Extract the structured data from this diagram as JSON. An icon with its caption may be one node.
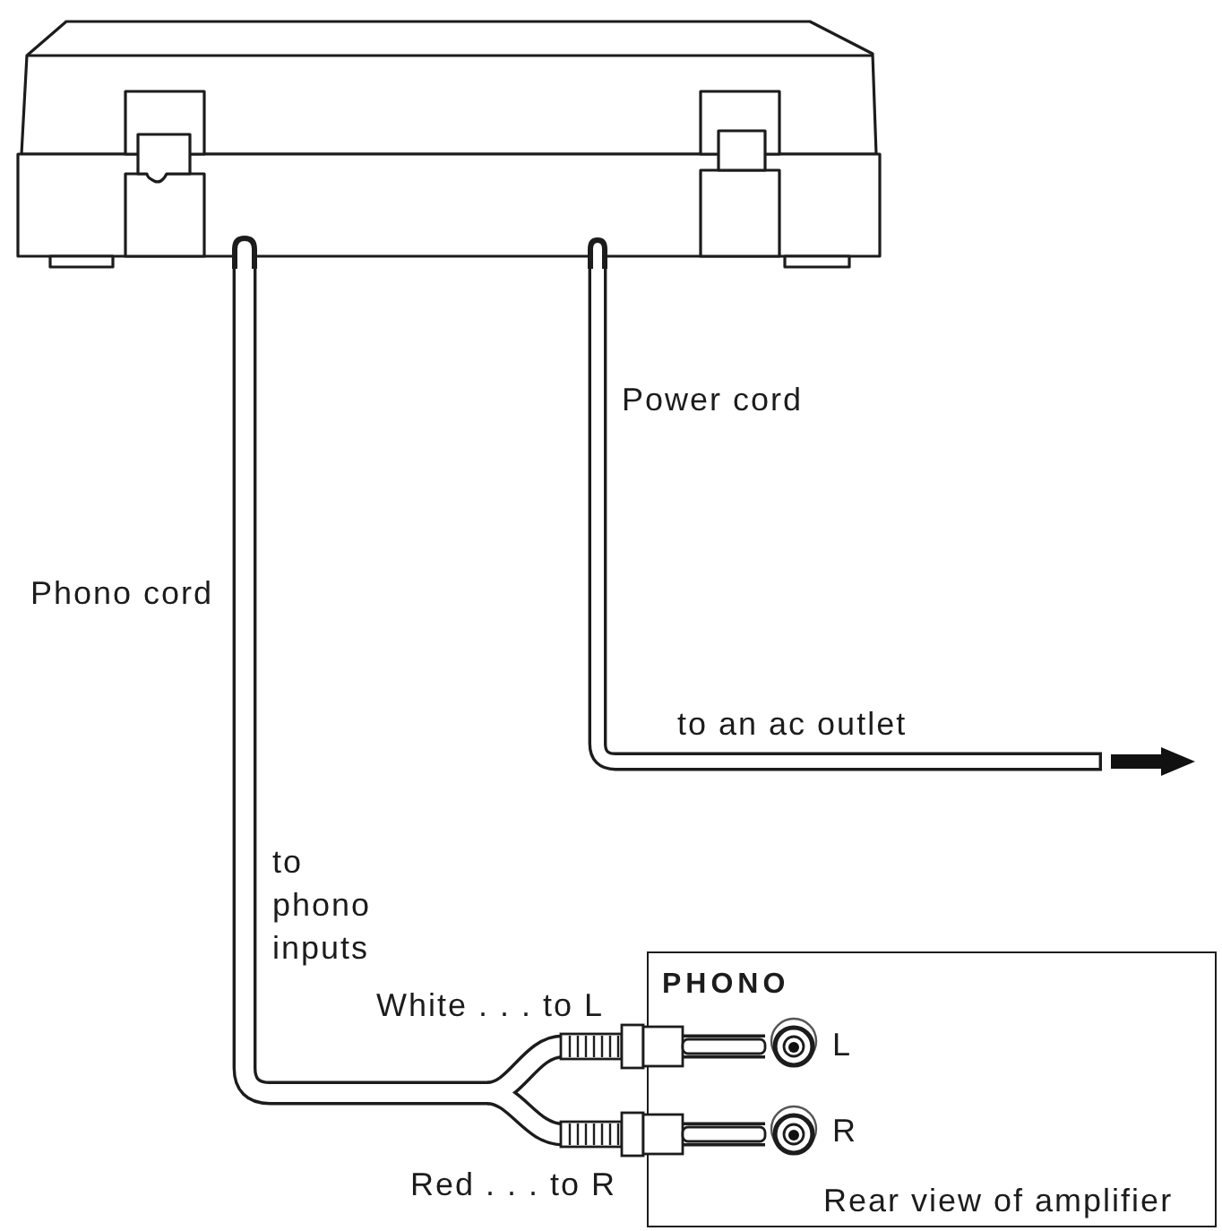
{
  "diagram": {
    "nodes": [
      {
        "text": [],
        "shape": "picture"
      },
      {
        "text": [
          "PHONO",
          "Rear view of amplifier"
        ]
      },
      {
        "text": [],
        "shape": "circle",
        "beside": [
          "L"
        ],
        "in": 1
      },
      {
        "text": [],
        "shape": "circle",
        "beside": [
          "R"
        ],
        "in": 1
      }
    ],
    "edges": [
      {
        "from": 0,
        "to": 2,
        "arrow": "none",
        "label": "White . . . to L"
      },
      {
        "from": 0,
        "to": 3,
        "arrow": "none",
        "label": "Red . . . to R"
      },
      {
        "from": 0,
        "to": null,
        "arrow": "to",
        "label": "Power cord"
      }
    ],
    "labels": [
      "Phono cord",
      "to an ac outlet",
      "to phono inputs"
    ]
  }
}
